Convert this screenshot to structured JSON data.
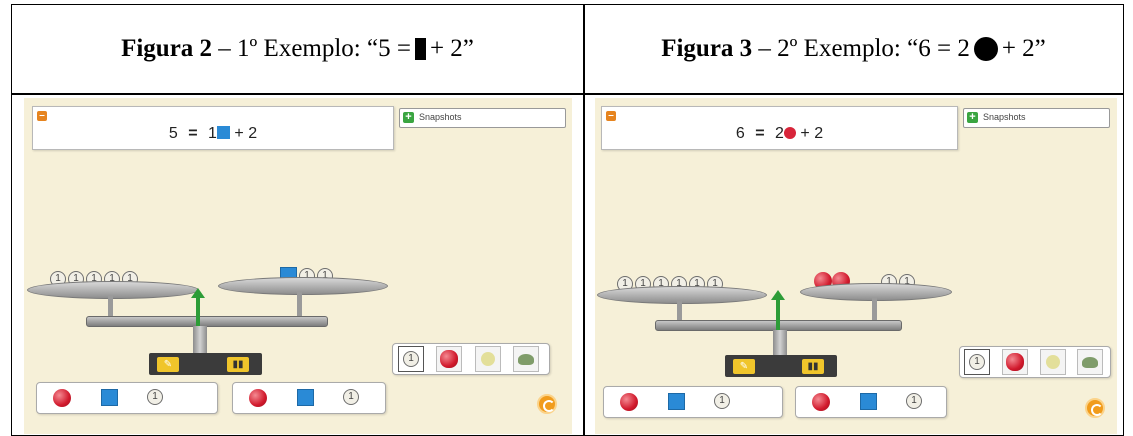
{
  "figure2": {
    "label": "Figura 2",
    "rest": "– 1º Exemplo: “5 =",
    "tail": "+ 2”",
    "shot": {
      "minus": "–",
      "eq_left": "5",
      "eq_equals": "=",
      "eq_coef": "1",
      "eq_tail": "+ 2",
      "snapshots_label": "Snapshots",
      "coin_label": "1"
    }
  },
  "figure3": {
    "label": "Figura 3",
    "rest": "– 2º Exemplo: “6 = 2",
    "tail": "+ 2”",
    "shot": {
      "minus": "–",
      "eq_left": "6",
      "eq_equals": "=",
      "eq_coef": "2",
      "eq_tail": "+ 2",
      "snapshots_label": "Snapshots",
      "coin_label": "1"
    }
  },
  "colors": {
    "panel_bg": "#f6f0d8",
    "blue_block": "#2a8ad6",
    "red_ball": "#d8253a",
    "arrow": "#2d9c37",
    "refresh": "#f19c1c"
  },
  "icons": [
    "minus-icon",
    "plus-icon",
    "coin-icon",
    "apple-icon",
    "ball-icon",
    "turtle-icon",
    "refresh-icon",
    "up-arrow-icon"
  ]
}
